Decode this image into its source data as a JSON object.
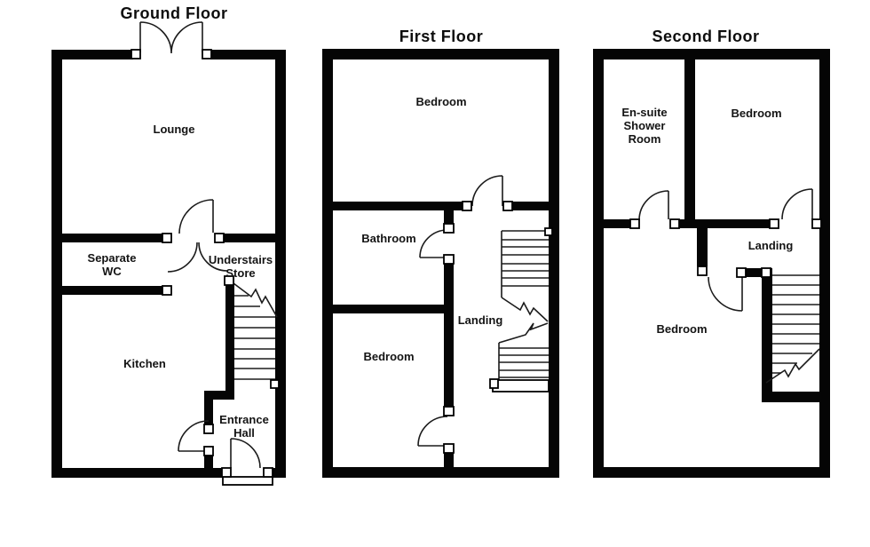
{
  "image": {
    "background": "#ffffff",
    "wall_color": "#050505",
    "line_color": "#1b1b1b"
  },
  "ground_floor": {
    "title": "Ground Floor",
    "lounge": "Lounge",
    "separate_wc_line1": "Separate",
    "separate_wc_line2": "WC",
    "understairs_line1": "Understairs",
    "understairs_line2": "Store",
    "kitchen": "Kitchen",
    "entrance_line1": "Entrance",
    "entrance_line2": "Hall"
  },
  "first_floor": {
    "title": "First Floor",
    "bedroom_front": "Bedroom",
    "bathroom": "Bathroom",
    "landing": "Landing",
    "bedroom_rear": "Bedroom"
  },
  "second_floor": {
    "title": "Second Floor",
    "ensuite_line1": "En-suite",
    "ensuite_line2": "Shower",
    "ensuite_line3": "Room",
    "bedroom_front": "Bedroom",
    "landing": "Landing",
    "bedroom_rear": "Bedroom"
  }
}
